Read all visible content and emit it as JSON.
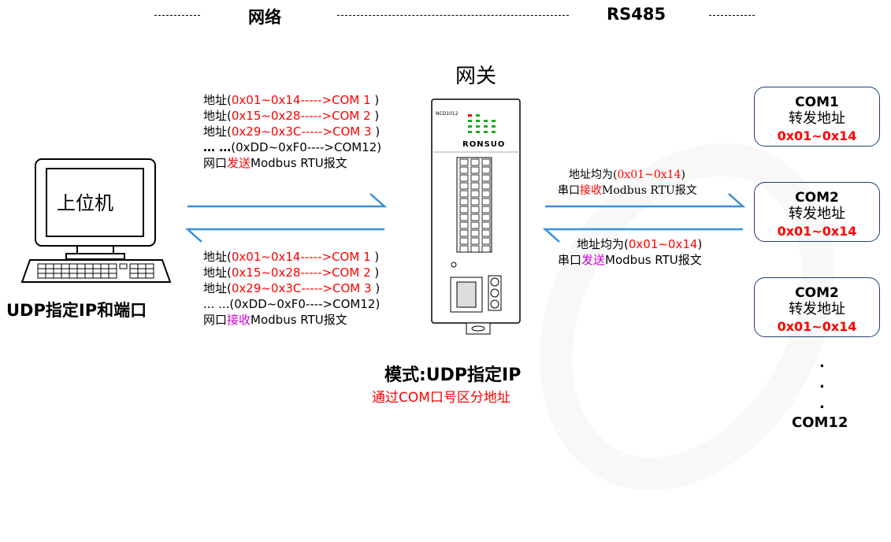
{
  "header": {
    "network": "网络",
    "rs485": "RS485"
  },
  "gateway": {
    "title": "网关",
    "model": "NCD1012",
    "brand": "RONSUO"
  },
  "pc": {
    "screen_text": "上位机",
    "label": "UDP指定IP和端口"
  },
  "send_block": {
    "lines": [
      {
        "prefix": "地址(",
        "mid": "0x01~0x14----->COM 1",
        "suffix": " )"
      },
      {
        "prefix": "地址(",
        "mid": "0x15~0x28----->COM 2",
        "suffix": " )"
      },
      {
        "prefix": "地址(",
        "mid": "0x29~0x3C----->COM 3",
        "suffix": " )"
      }
    ],
    "ellipsis": "… …",
    "last_line": "(0xDD~0xF0---->COM12)",
    "action_pre": "网口",
    "action_verb": "发送",
    "action_post": "Modbus RTU报文"
  },
  "recv_block": {
    "lines": [
      {
        "prefix": "地址(",
        "mid": "0x01~0x14----->COM 1",
        "suffix": " )"
      },
      {
        "prefix": "地址(",
        "mid": "0x15~0x28----->COM 2",
        "suffix": " )"
      },
      {
        "prefix": "地址(",
        "mid": "0x29~0x3C----->COM 3",
        "suffix": " )"
      }
    ],
    "last_line": "... ...(0xDD~0xF0---->COM12)",
    "action_pre": "网口",
    "action_verb": "接收",
    "action_post": "Modbus RTU报文"
  },
  "serial_recv": {
    "line1_pre": "地址均为(",
    "line1_red": "0x01~0x14",
    "line1_post": ")",
    "action_pre": "串口",
    "action_verb": "接收",
    "action_post": "Modbus RTU报文"
  },
  "serial_send": {
    "line1_pre": "地址均为(",
    "line1_red": "0x01~0x14",
    "line1_post": ")",
    "action_pre": "串口",
    "action_verb": "发送",
    "action_post": "Modbus RTU报文"
  },
  "com_boxes": [
    {
      "name": "COM1",
      "desc": "转发地址",
      "range": "0x01~0x14"
    },
    {
      "name": "COM2",
      "desc": "转发地址",
      "range": "0x01~0x14"
    },
    {
      "name": "COM2",
      "desc": "转发地址",
      "range": "0x01~0x14"
    }
  ],
  "dots": [
    ".",
    ".",
    "."
  ],
  "com12": "COM12",
  "mode": {
    "title": "模式:UDP指定IP",
    "subtitle": "通过COM口号区分地址"
  },
  "colors": {
    "arrow": "#3b8fd6",
    "highlight": "#ff0000",
    "verb": "#cc00cc",
    "box_border": "#1f3e73"
  }
}
